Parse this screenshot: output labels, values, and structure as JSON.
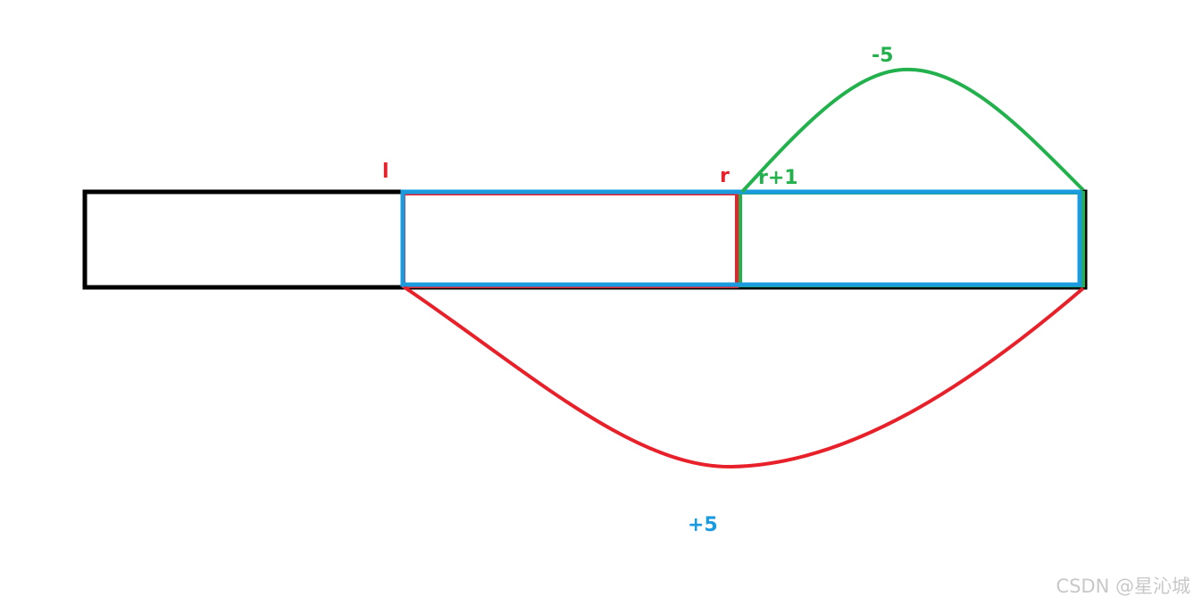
{
  "labels": {
    "l": "l",
    "r": "r",
    "r_plus_1": "r+1",
    "minus_5": "-5",
    "plus_5": "+5"
  },
  "watermark": "CSDN @星沁城",
  "colors": {
    "outline": "#000000",
    "red": "#e8202a",
    "blue": "#1a9be0",
    "green": "#22b14c",
    "watermark": "#c8c8c8"
  }
}
